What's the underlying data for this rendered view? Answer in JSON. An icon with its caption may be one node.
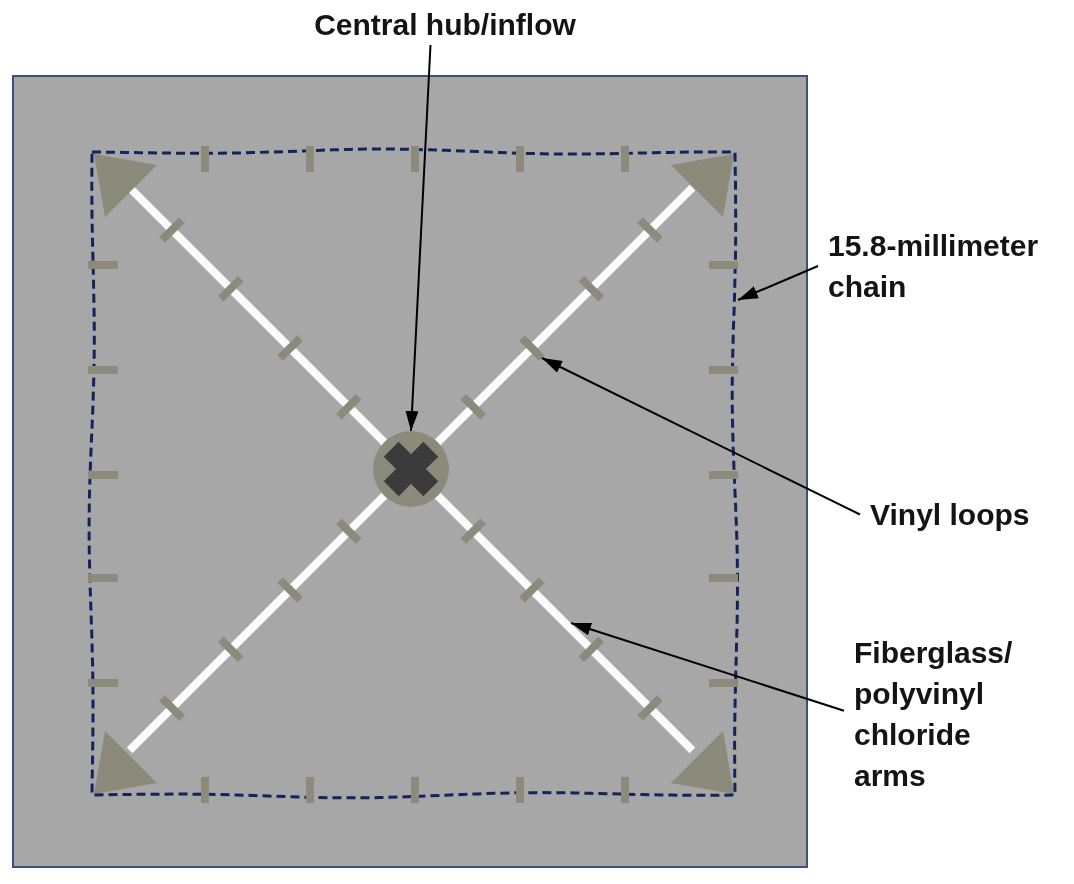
{
  "diagram": {
    "nodes": [
      {
        "text": [
          "Central hub/inflow"
        ]
      },
      {
        "text": [
          "15.8-millimeter chain"
        ]
      },
      {
        "text": [
          "Vinyl loops"
        ]
      },
      {
        "text": [
          "Fiberglass/polyvinyl chloride arms"
        ]
      }
    ],
    "edges": [
      {
        "from": 0,
        "to": null,
        "arrow": "to"
      },
      {
        "from": 1,
        "to": null,
        "arrow": "to"
      },
      {
        "from": 2,
        "to": null,
        "arrow": "to"
      },
      {
        "from": 3,
        "to": null,
        "arrow": "to"
      }
    ]
  }
}
